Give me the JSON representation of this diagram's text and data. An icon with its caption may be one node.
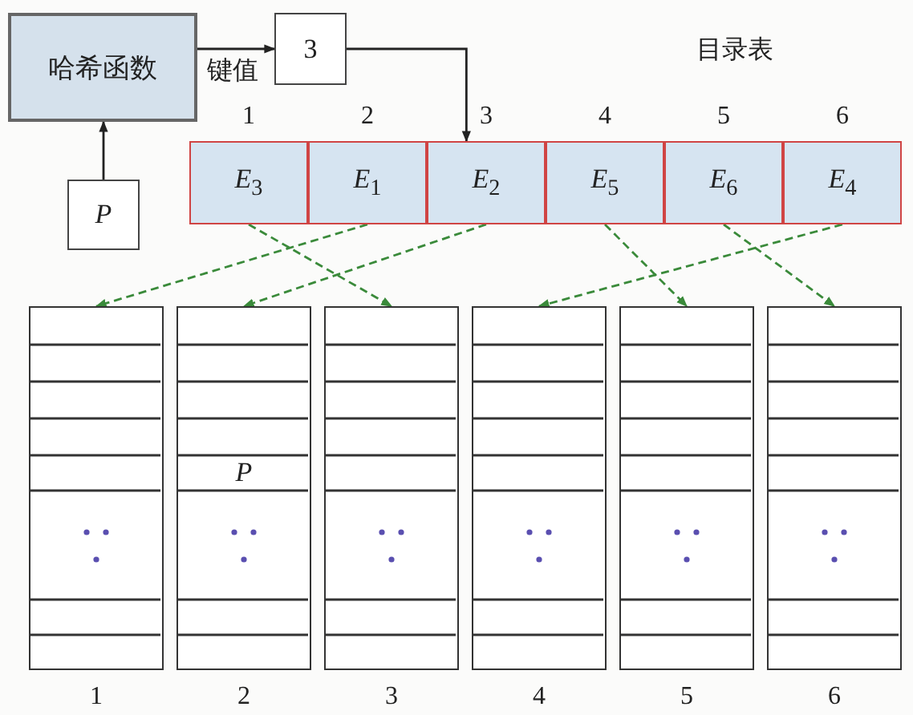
{
  "diagram": {
    "nodes": [
      {
        "text": [
          "哈希函数"
        ]
      },
      {
        "text": [
          "3"
        ]
      },
      {
        "text": [
          "*P*"
        ]
      },
      {
        "text": [
          "*E*$_{3}$"
        ],
        "beside": [
          "1"
        ]
      },
      {
        "text": [
          "*E*$_{1}$"
        ],
        "beside": [
          "2"
        ]
      },
      {
        "text": [
          "*E*$_{2}$"
        ],
        "beside": [
          "3"
        ]
      },
      {
        "text": [
          "*E*$_{5}$"
        ],
        "beside": [
          "4"
        ]
      },
      {
        "text": [
          "*E*$_{6}$"
        ],
        "beside": [
          "5"
        ]
      },
      {
        "text": [
          "*E*$_{4}$"
        ],
        "beside": [
          "6"
        ]
      },
      {
        "text": [],
        "shape": "box",
        "beside": [
          "1"
        ]
      },
      {
        "text": [
          "*P*"
        ],
        "beside": [
          "2"
        ]
      },
      {
        "text": [],
        "shape": "box",
        "beside": [
          "3"
        ]
      },
      {
        "text": [],
        "shape": "box",
        "beside": [
          "4"
        ]
      },
      {
        "text": [],
        "shape": "box",
        "beside": [
          "5"
        ]
      },
      {
        "text": [],
        "shape": "box",
        "beside": [
          "6"
        ]
      }
    ],
    "edges": [
      {
        "from": 2,
        "to": 0,
        "arrow": "to",
        "color": "#222222"
      },
      {
        "from": 0,
        "to": 1,
        "arrow": "to",
        "label": "键值",
        "color": "#222222"
      },
      {
        "from": 1,
        "to": 5,
        "arrow": "to",
        "color": "#222222"
      },
      {
        "from": 3,
        "to": 11,
        "arrow": "to",
        "style": "dashed",
        "color": "#3a8a3a"
      },
      {
        "from": 4,
        "to": 9,
        "arrow": "to",
        "style": "dashed",
        "color": "#3a8a3a"
      },
      {
        "from": 5,
        "to": 10,
        "arrow": "to",
        "style": "dashed",
        "color": "#3a8a3a"
      },
      {
        "from": 6,
        "to": 13,
        "arrow": "to",
        "style": "dashed",
        "color": "#3a8a3a"
      },
      {
        "from": 7,
        "to": 14,
        "arrow": "to",
        "style": "dashed",
        "color": "#3a8a3a"
      },
      {
        "from": 8,
        "to": 12,
        "arrow": "to",
        "style": "dashed",
        "color": "#3a8a3a"
      }
    ],
    "labels": [
      "目录表"
    ]
  }
}
